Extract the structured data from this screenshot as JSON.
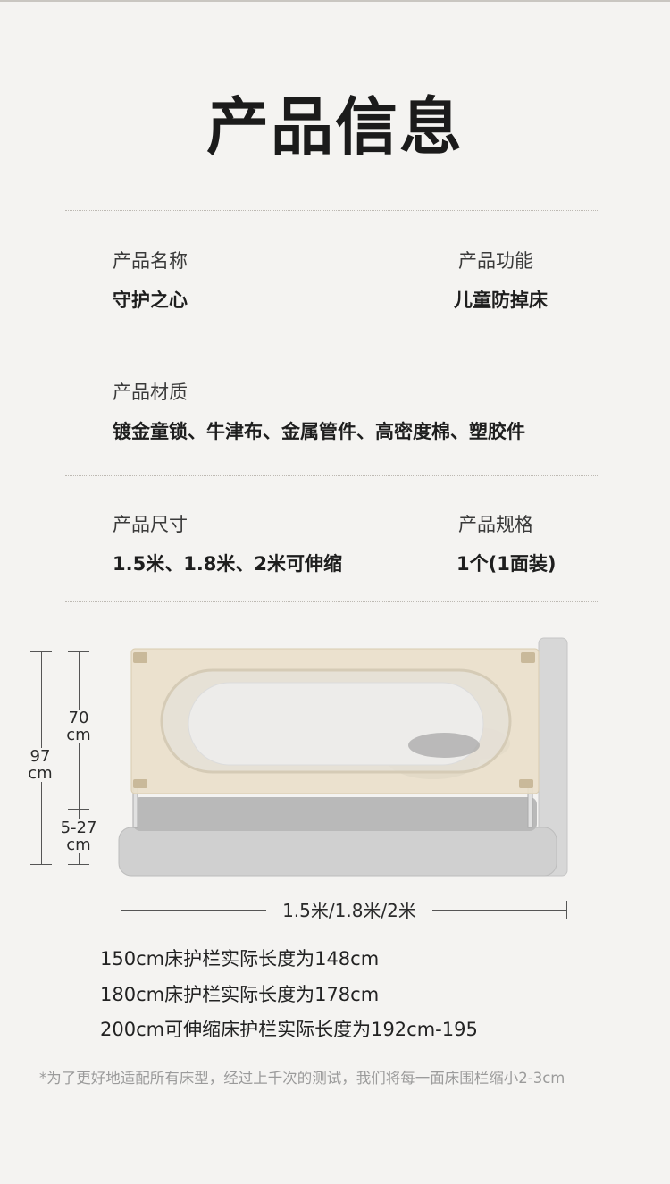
{
  "title": "产品信息",
  "specs": {
    "name_label": "产品名称",
    "name_value": "守护之心",
    "function_label": "产品功能",
    "function_value": "儿童防掉床",
    "material_label": "产品材质",
    "material_value": "镀金童锁、牛津布、金属管件、高密度棉、塑胶件",
    "size_label": "产品尺寸",
    "size_value": "1.5米、1.8米、2米可伸缩",
    "spec_label": "产品规格",
    "spec_value": "1个(1面装)"
  },
  "diagram": {
    "total_height_value": "97",
    "total_height_unit": "cm",
    "rail_height_value": "70",
    "rail_height_unit": "cm",
    "gap_value": "5-27",
    "gap_unit": "cm",
    "width_label": "1.5米/1.8米/2米",
    "colors": {
      "rail": "#e9dfcb",
      "bed": "#cfcfcf",
      "frame": "#d5d5d5"
    }
  },
  "lengths": [
    "150cm床护栏实际长度为148cm",
    "180cm床护栏实际长度为178cm",
    "200cm可伸缩床护栏实际长度为192cm-195"
  ],
  "footnote": "*为了更好地适配所有床型，经过上千次的测试，我们将每一面床围栏缩小2-3cm"
}
